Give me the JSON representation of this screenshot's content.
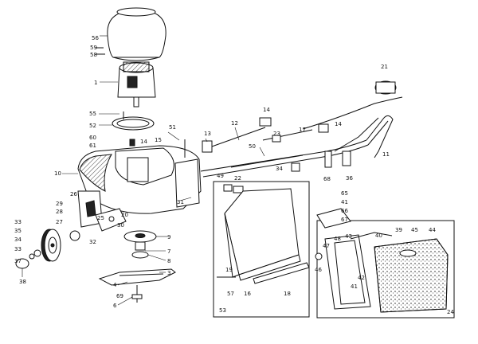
{
  "diagram": {
    "callouts": [
      "56",
      "59",
      "58",
      "1",
      "55",
      "52",
      "60",
      "61",
      "10",
      "14",
      "15",
      "51",
      "13",
      "12",
      "14",
      "23",
      "50",
      "17",
      "14",
      "21",
      "11",
      "34",
      "68",
      "36",
      "49",
      "22",
      "31",
      "26",
      "29",
      "28",
      "27",
      "25",
      "20",
      "30",
      "32",
      "33",
      "35",
      "34",
      "33",
      "37",
      "38",
      "9",
      "7",
      "8",
      "3",
      "4",
      "69",
      "6",
      "19",
      "57",
      "16",
      "18",
      "53",
      "65",
      "41",
      "66",
      "67",
      "47",
      "48",
      "43",
      "40",
      "39",
      "45",
      "44",
      "46",
      "42",
      "41",
      "24"
    ]
  }
}
